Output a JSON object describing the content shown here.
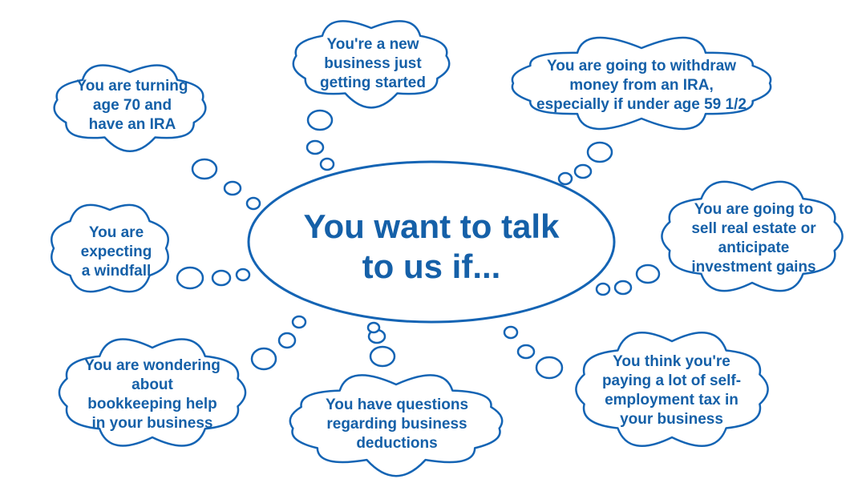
{
  "center": {
    "text": "You want to talk\nto us if..."
  },
  "thoughts": [
    {
      "id": "ira-age-70",
      "text": "You are turning\nage 70 and\nhave an IRA"
    },
    {
      "id": "new-business",
      "text": "You're a new\nbusiness just\ngetting started"
    },
    {
      "id": "withdraw-ira",
      "text": "You are going to withdraw\nmoney from an IRA,\nespecially if under age 59 1/2"
    },
    {
      "id": "windfall",
      "text": "You are\nexpecting\na windfall"
    },
    {
      "id": "real-estate",
      "text": "You are going to\nsell real estate or\nanticipate\ninvestment gains"
    },
    {
      "id": "bookkeeping",
      "text": "You are wondering\nabout\nbookkeeping help\nin your business"
    },
    {
      "id": "deductions",
      "text": "You have questions\nregarding business\ndeductions"
    },
    {
      "id": "self-employment-tax",
      "text": "You think you're\npaying a lot of self-\nemployment tax in\nyour business"
    }
  ],
  "colors": {
    "outline": "#1464b4",
    "text": "#1560a8",
    "fill": "#ffffff"
  }
}
